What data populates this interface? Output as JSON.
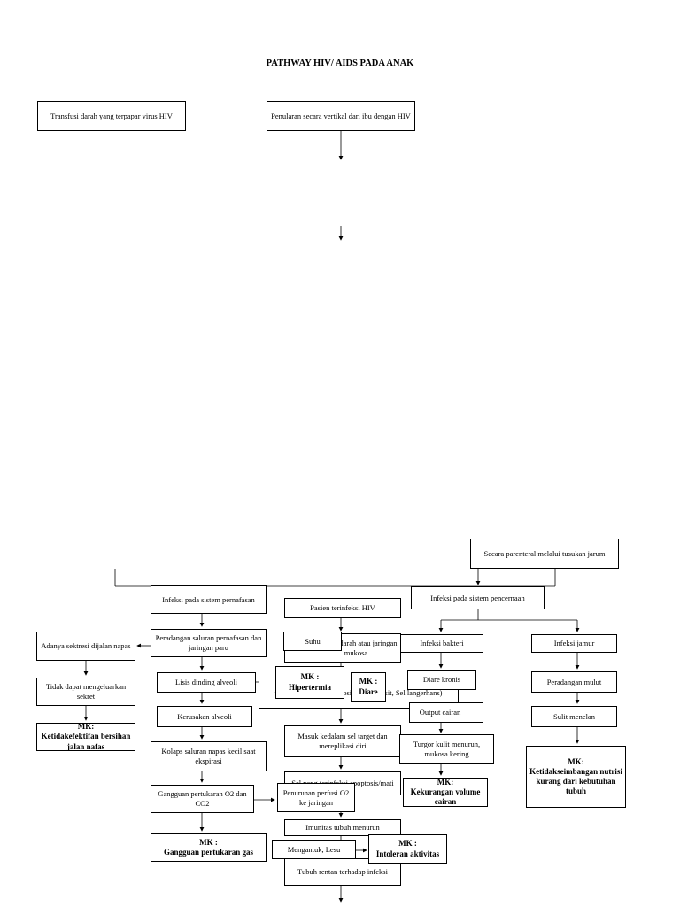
{
  "title": "PATHWAY HIV/ AIDS PADA ANAK",
  "sources": {
    "transfusi": "Transfusi darah yang terpapar virus HIV",
    "vertikal": "Penularan secara vertikal dari ibu dengan HIV",
    "parenteral": "Secara parenteral melalui tusukan jarum"
  },
  "center": {
    "pasien": "Pasien terinfeksi HIV",
    "darah": "r dalam darah atau jaringan mukosa",
    "sel_target": "virus ai monosit (Limfosit T4, monosit, Sel langerhans)",
    "masuk": "Masuk kedalam sel target dan mereplikasi diri",
    "sel_terinfeksi": "Sel yang terinfeksi apoptosis/mati",
    "imunitas": "Imunitas tubuh menurun",
    "rentan": "Tubuh rentan terhadap infeksi"
  },
  "respiratory": {
    "infeksi": "Infeksi pada sistem pernafasan",
    "peradangan": "Peradangan saluran pernafasan dan jaringan paru",
    "lisis": "Lisis dinding alveoli",
    "kerusakan": "Kerusakan alveoli",
    "kolaps": "Kolaps saluran napas kecil saat ekspirasi",
    "gangguan": "Gangguan pertukaran O2 dan CO2",
    "mk_label": "MK : ",
    "mk_gangguan": "Gangguan pertukaran gas",
    "sekresi": "Adanya sektresi dijalan napas",
    "tidak_dapat": "Tidak dapat mengeluarkan sekret",
    "mk_bersihan_label": "MK: ",
    "mk_bersihan": "Ketidakefektifan bersihan jalan nafas"
  },
  "mid": {
    "suhu": "Suhu",
    "mk_hipertermia_label": "MK :",
    "mk_hipertermia": "Hipertermia",
    "mk_diare_label": "MK :",
    "mk_diare": "Diare",
    "perfusi": "Penurunan perfusi O2 ke jaringan",
    "mengantuk": "Mengantuk, Lesu",
    "mk_intoleran_label": "MK : ",
    "mk_intoleran": "Intoleran aktivitas"
  },
  "digestive": {
    "infeksi": "Infeksi pada sistem pencernaan",
    "bakteri": "Infeksi bakteri",
    "jamur": "Infeksi jamur",
    "diare_kronis": "Diare kronis",
    "output": "Output cairan",
    "turgor": "Turgor kulit menurun, mukosa kering",
    "mk_kekurangan_label": "MK: ",
    "mk_kekurangan": "Kekurangan volume cairan",
    "radang_mulut": "Peradangan mulut",
    "sulit": "Sulit menelan",
    "mk_nutrisi_label": "MK:",
    "mk_nutrisi": "Ketidakseimbangan nutrisi kurang dari kebutuhan tubuh"
  }
}
